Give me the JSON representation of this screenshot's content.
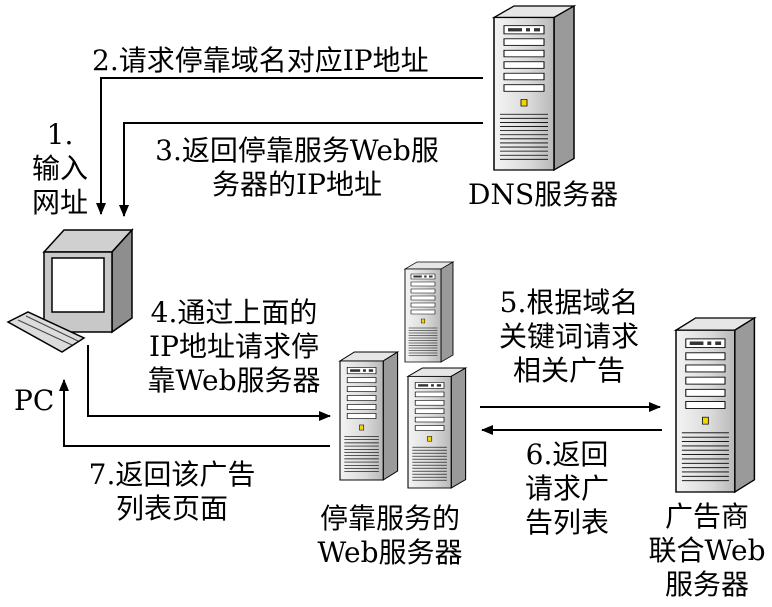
{
  "nodes": {
    "dns_label": "DNS服务器",
    "pc_label": "PC",
    "parking_label_1": "停靠服务的",
    "parking_label_2": "Web服务器",
    "ad_label_1": "广告商",
    "ad_label_2": "联合Web",
    "ad_label_3": "服务器"
  },
  "steps": {
    "s1_line1": "1.",
    "s1_line2": "输入",
    "s1_line3": "网址",
    "s2": "2.请求停靠域名对应IP地址",
    "s3_line1": "3.返回停靠服务Web服",
    "s3_line2": "务器的IP地址",
    "s4_line1": "4.通过上面的",
    "s4_line2": "IP地址请求停",
    "s4_line3": "靠Web服务器",
    "s5_line1": "5.根据域名",
    "s5_line2": "关键词请求",
    "s5_line3": "相关广告",
    "s6_line1": "6.返回",
    "s6_line2": "请求广",
    "s6_line3": "告列表",
    "s7_line1": "7.返回该广告",
    "s7_line2": "列表页面"
  }
}
